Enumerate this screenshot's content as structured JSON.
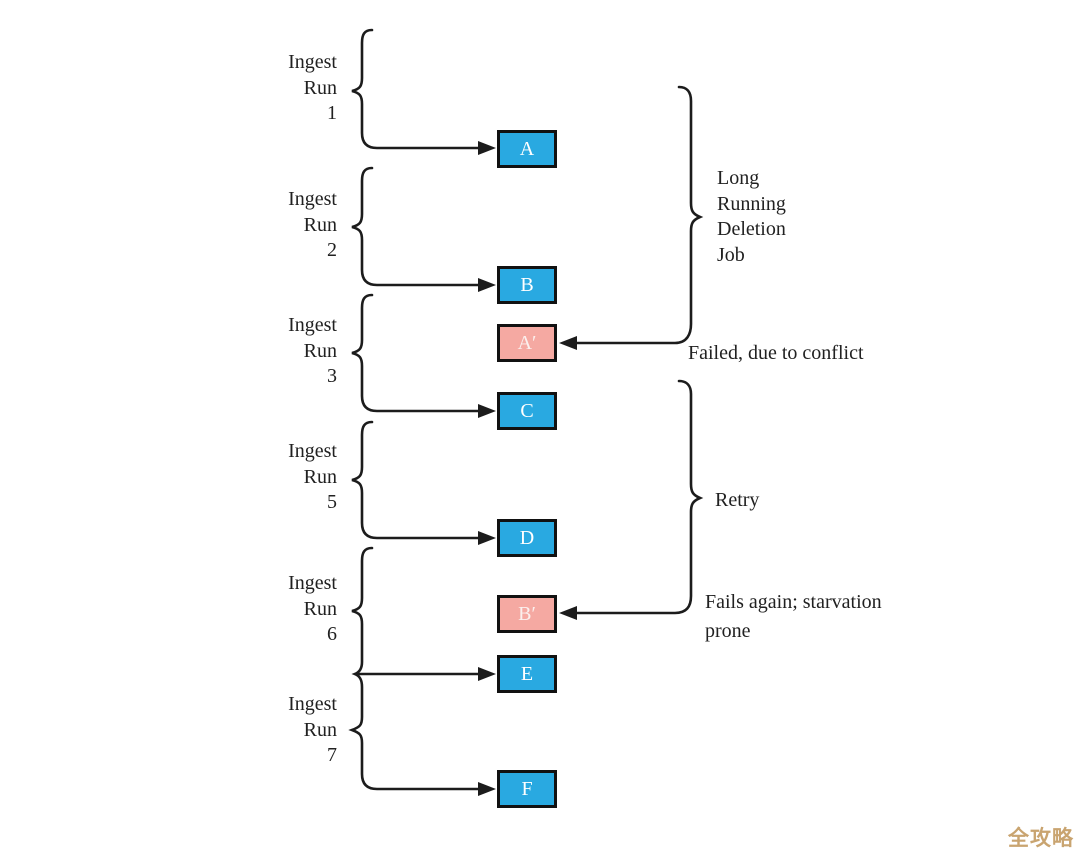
{
  "runs": [
    {
      "lines": [
        "Ingest",
        "Run",
        "1"
      ]
    },
    {
      "lines": [
        "Ingest",
        "Run",
        "2"
      ]
    },
    {
      "lines": [
        "Ingest",
        "Run",
        "3"
      ]
    },
    {
      "lines": [
        "Ingest",
        "Run",
        "5"
      ]
    },
    {
      "lines": [
        "Ingest",
        "Run",
        "6"
      ]
    },
    {
      "lines": [
        "Ingest",
        "Run",
        "7"
      ]
    }
  ],
  "boxes": [
    {
      "label": "A",
      "state": "success"
    },
    {
      "label": "B",
      "state": "success"
    },
    {
      "label": "A′",
      "state": "failed"
    },
    {
      "label": "C",
      "state": "success"
    },
    {
      "label": "D",
      "state": "success"
    },
    {
      "label": "B′",
      "state": "failed"
    },
    {
      "label": "E",
      "state": "success"
    },
    {
      "label": "F",
      "state": "success"
    }
  ],
  "annotations": {
    "deletion_job": {
      "lines": [
        "Long",
        "Running",
        "Deletion",
        "Job"
      ]
    },
    "failed_conflict": "Failed, due to conflict",
    "retry": "Retry",
    "fails_again": {
      "lines": [
        "Fails again; starvation",
        "prone"
      ]
    }
  },
  "watermark": "全攻略",
  "colors": {
    "box_success": "#29A9E1",
    "box_failed": "#F5A9A2",
    "box_border": "#111111",
    "line": "#1C1C1C",
    "text": "#212121",
    "watermark": "#C9A470"
  }
}
